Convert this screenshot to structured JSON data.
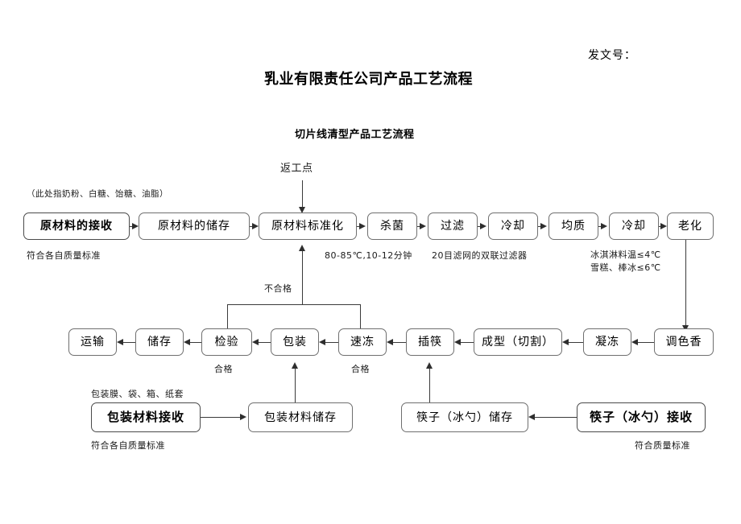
{
  "document": {
    "doc_number_label": "发文号：",
    "title": "乳业有限责任公司产品工艺流程",
    "subtitle": "切片线清型产品工艺流程"
  },
  "nodes": {
    "rework_point": "返工点",
    "row1": [
      {
        "id": "raw-material-receiving",
        "label": "原材料的接收",
        "bold": true
      },
      {
        "id": "raw-material-storage",
        "label": "原材料的储存",
        "bold": false
      },
      {
        "id": "raw-material-standardization",
        "label": "原材料标准化",
        "bold": false
      },
      {
        "id": "sterilization",
        "label": "杀菌",
        "bold": false
      },
      {
        "id": "filtration",
        "label": "过滤",
        "bold": false
      },
      {
        "id": "cooling-1",
        "label": "冷却",
        "bold": false
      },
      {
        "id": "homogenization",
        "label": "均质",
        "bold": false
      },
      {
        "id": "cooling-2",
        "label": "冷却",
        "bold": false
      },
      {
        "id": "aging",
        "label": "老化",
        "bold": false
      }
    ],
    "row2": [
      {
        "id": "transport",
        "label": "运输",
        "bold": false
      },
      {
        "id": "storage",
        "label": "储存",
        "bold": false
      },
      {
        "id": "inspection",
        "label": "检验",
        "bold": false
      },
      {
        "id": "packaging",
        "label": "包装",
        "bold": false
      },
      {
        "id": "quick-freezing",
        "label": "速冻",
        "bold": false
      },
      {
        "id": "stick-insertion",
        "label": "插筷",
        "bold": false
      },
      {
        "id": "forming-cutting",
        "label": "成型（切割）",
        "bold": false
      },
      {
        "id": "congealing",
        "label": "凝冻",
        "bold": false
      },
      {
        "id": "color-flavoring",
        "label": "调色香",
        "bold": false
      }
    ],
    "row3": [
      {
        "id": "packaging-material-receiving",
        "label": "包装材料接收",
        "bold": true
      },
      {
        "id": "packaging-material-storage",
        "label": "包装材料储存",
        "bold": false
      },
      {
        "id": "chopstick-storage",
        "label": "筷子（冰勺）储存",
        "bold": false
      },
      {
        "id": "chopstick-receiving",
        "label": "筷子（冰勺）接收",
        "bold": true
      }
    ]
  },
  "annotations": {
    "raw_material_hint": "（此处指奶粉、白糖、饴糖、油脂）",
    "raw_material_standard": "符合各自质量标准",
    "sterilization_param": "80-85℃,10-12分钟",
    "filtration_param": "20目滤网的双联过滤器",
    "cooling_temp_line1": "冰淇淋料温≤4℃",
    "cooling_temp_line2": "雪糕、棒冰≤6℃",
    "unqualified": "不合格",
    "qualified_inspection": "合格",
    "qualified_freezing": "合格",
    "packaging_material_hint": "包装膜、袋、箱、纸套",
    "packaging_material_standard": "符合各自质量标准",
    "chopstick_standard": "符合质量标准"
  },
  "colors": {
    "box_border": "#6f6f6f",
    "box_border_bold": "#4a4a4a",
    "line": "#3a3a3a",
    "arrow": "#2e2e2e",
    "text": "#000000",
    "background": "#ffffff"
  }
}
